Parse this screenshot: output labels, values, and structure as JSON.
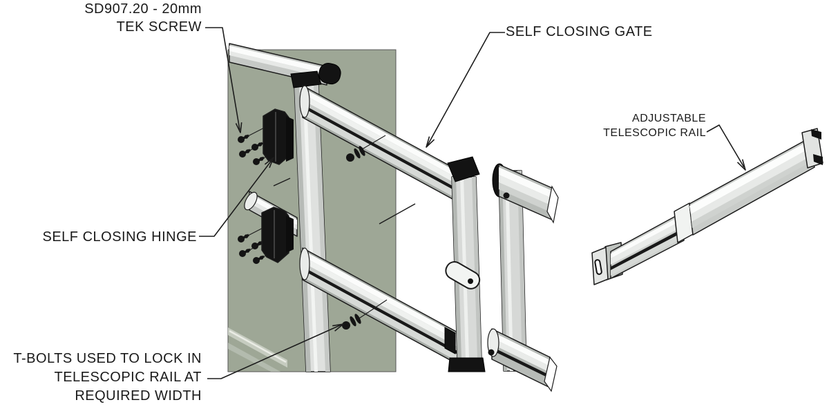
{
  "labels": {
    "tek_screw": {
      "line1": "SD907.20 - 20mm",
      "line2": "TEK SCREW"
    },
    "self_closing_gate": "SELF CLOSING GATE",
    "adjustable_rail": {
      "line1": "ADJUSTABLE",
      "line2": "TELESCOPIC RAIL"
    },
    "self_closing_hinge": "SELF CLOSING HINGE",
    "t_bolts": {
      "line1": "T-BOLTS USED TO LOCK IN",
      "line2": "TELESCOPIC RAIL AT",
      "line3": "REQUIRED WIDTH"
    }
  },
  "colors": {
    "background": "#ffffff",
    "panel_green": "#9ea796",
    "metal_white": "#fbfcfb",
    "metal_light": "#e9ebe9",
    "metal_mid": "#c9ccc9",
    "metal_shade": "#a8ada8",
    "black_hardware": "#141414",
    "line": "#1c1c1c",
    "text": "#1a1a1a"
  }
}
